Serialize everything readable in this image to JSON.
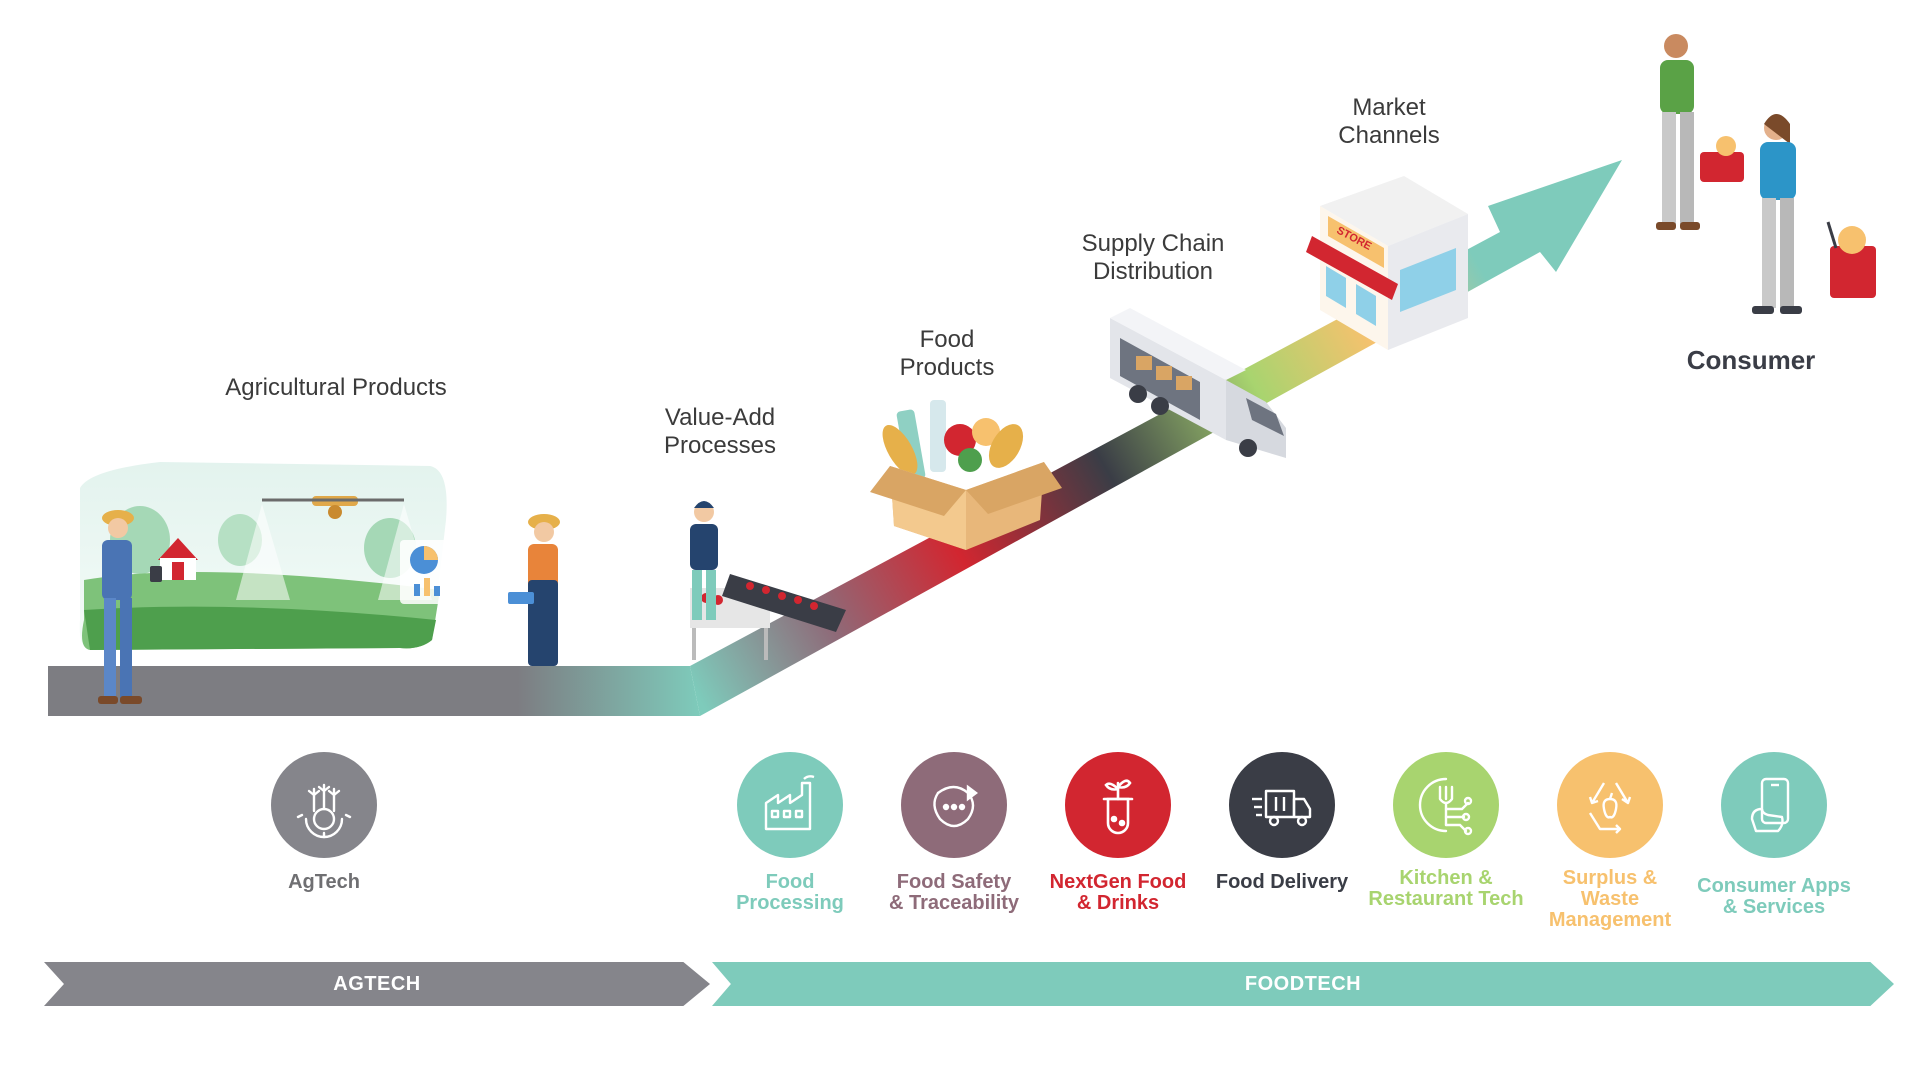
{
  "stages": {
    "agricultural_products": "Agricultural Products",
    "value_add": "Value-Add\nProcesses",
    "food_products": "Food\nProducts",
    "supply_chain": "Supply Chain\nDistribution",
    "market_channels": "Market\nChannels",
    "consumer": "Consumer"
  },
  "illustration": {
    "store_sign": "STORE"
  },
  "categories": [
    {
      "label": "AgTech",
      "color": "#85858b",
      "text_color": "#6f6f72",
      "icon": "farm-gear-icon"
    },
    {
      "label": "Food\nProcessing",
      "color": "#7ecbbb",
      "text_color": "#7ecbbb",
      "icon": "factory-icon"
    },
    {
      "label": "Food Safety\n& Traceability",
      "color": "#8e6b79",
      "text_color": "#8e6b79",
      "icon": "traceability-icon"
    },
    {
      "label": "NextGen Food\n& Drinks",
      "color": "#d22630",
      "text_color": "#d22630",
      "icon": "test-tube-sprout-icon"
    },
    {
      "label": "Food Delivery",
      "color": "#3a3d46",
      "text_color": "#3a3d46",
      "icon": "delivery-truck-icon"
    },
    {
      "label": "Kitchen &\nRestaurant Tech",
      "color": "#a8d46f",
      "text_color": "#a8d46f",
      "icon": "fork-circuit-icon"
    },
    {
      "label": "Surplus &\nWaste\nManagement",
      "color": "#f7c16e",
      "text_color": "#f7c16e",
      "icon": "recycle-icon"
    },
    {
      "label": "Consumer Apps\n& Services",
      "color": "#7ecbbb",
      "text_color": "#7ecbbb",
      "icon": "smartphone-hand-icon"
    }
  ],
  "bands": {
    "agtech": "AGTECH",
    "foodtech": "FOODTECH"
  }
}
